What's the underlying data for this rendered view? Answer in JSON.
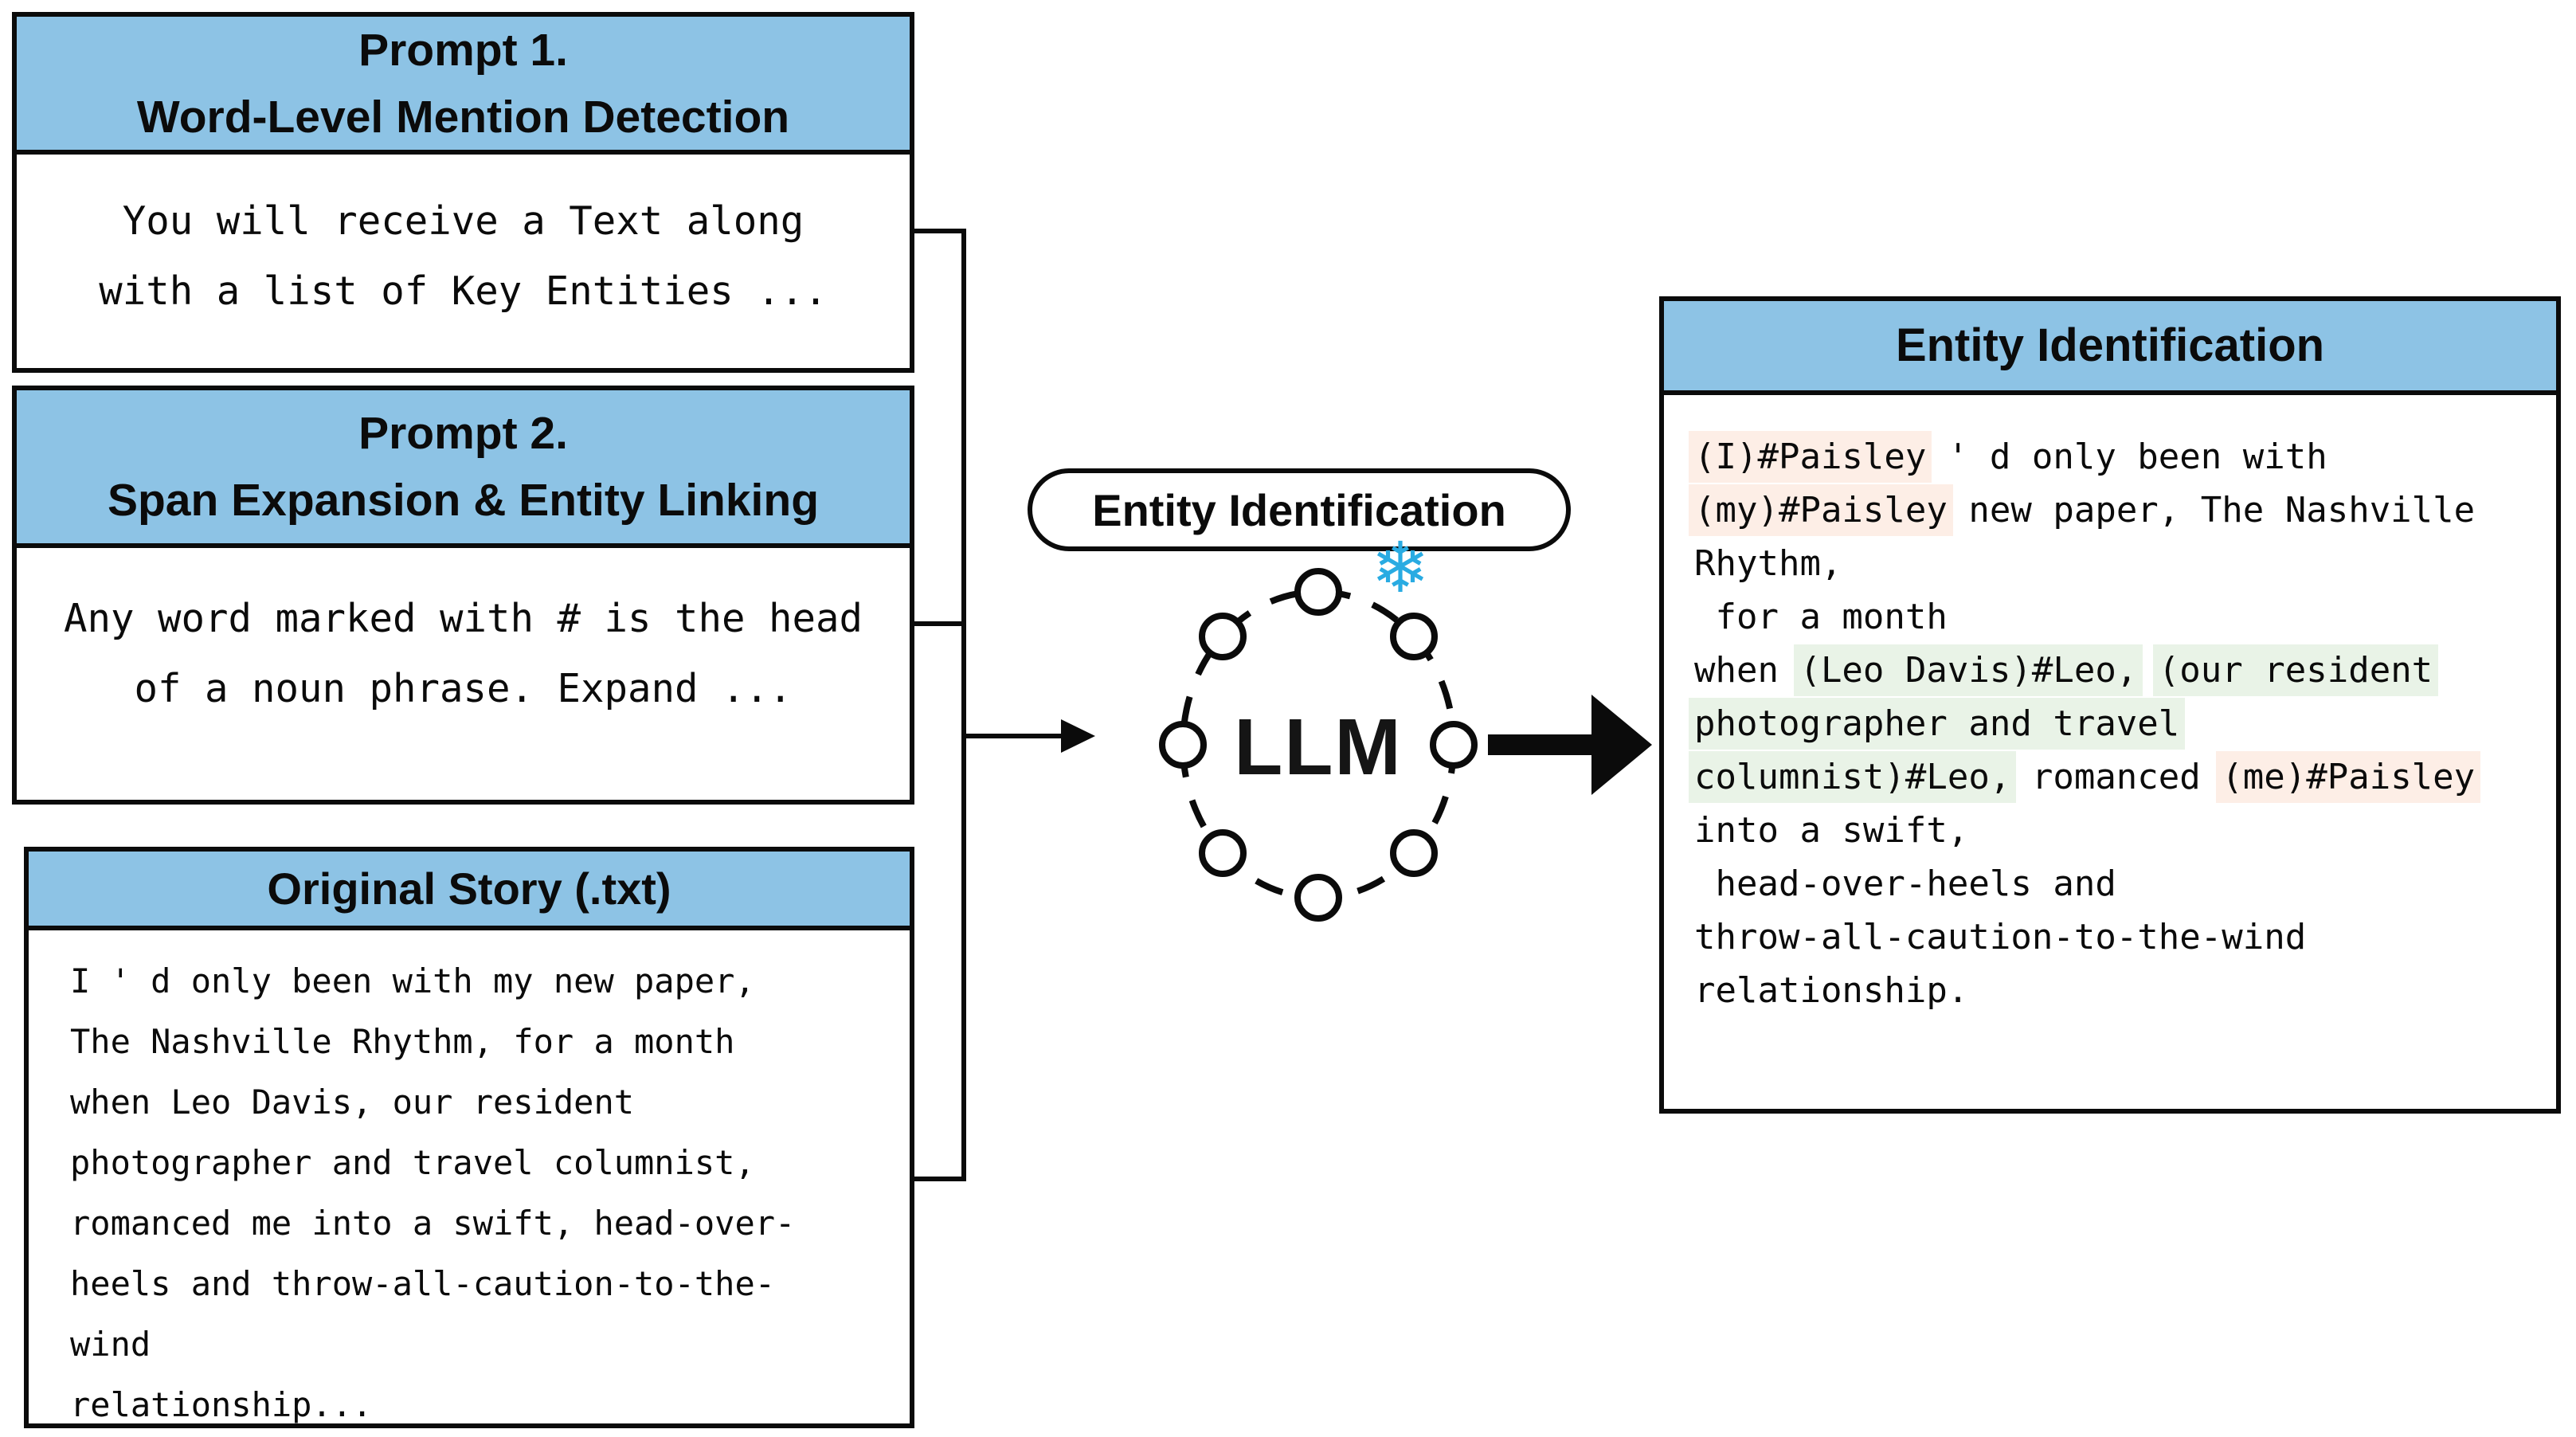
{
  "figure": {
    "left_boxes": [
      {
        "id": "box1",
        "title_lines": [
          "Prompt 1.",
          "Word-Level Mention Detection"
        ],
        "body_lines": [
          "You will receive a Text along",
          "with a list of Key Entities ..."
        ]
      },
      {
        "id": "box2",
        "title_lines": [
          "Prompt 2.",
          "Span Expansion & Entity Linking"
        ],
        "body_lines": [
          "Any word marked with # is the head",
          "of a noun phrase. Expand ..."
        ]
      },
      {
        "id": "box3",
        "title_lines": [
          "Original Story (.txt)"
        ],
        "body_lines": [
          "I ' d only been with my new paper,",
          "The Nashville Rhythm, for a month",
          "when Leo Davis, our resident",
          "photographer and travel columnist,",
          "romanced me into a swift, head-over-",
          "heels and throw-all-caution-to-the-",
          "wind",
          "relationship..."
        ]
      }
    ],
    "center": {
      "pill_label": "Entity Identification",
      "llm_label": "LLM",
      "snowflake_glyph": "❄"
    },
    "output_box": {
      "title": "Entity Identification",
      "lines": [
        [
          {
            "t": "(I)#Paisley",
            "h": "p"
          },
          {
            "t": " ' d only been with",
            "h": null
          }
        ],
        [
          {
            "t": "(my)#Paisley",
            "h": "p"
          },
          {
            "t": " new paper, The Nashville",
            "h": null
          }
        ],
        [
          {
            "t": "Rhythm,",
            "h": null
          }
        ],
        [
          {
            "t": " for a month",
            "h": null
          }
        ],
        [
          {
            "t": "when ",
            "h": null
          },
          {
            "t": "(Leo Davis)#Leo,",
            "h": "g"
          },
          {
            "t": " ",
            "h": null
          },
          {
            "t": "(our resident",
            "h": "g"
          }
        ],
        [
          {
            "t": "photographer and travel",
            "h": "g"
          }
        ],
        [
          {
            "t": "columnist)#Leo,",
            "h": "g"
          },
          {
            "t": " romanced ",
            "h": null
          },
          {
            "t": "(me)#Paisley",
            "h": "p"
          }
        ],
        [
          {
            "t": "into a swift,",
            "h": null
          }
        ],
        [
          {
            "t": " head-over-heels and",
            "h": null
          }
        ],
        [
          {
            "t": "throw-all-caution-to-the-wind",
            "h": null
          }
        ],
        [
          {
            "t": "relationship.",
            "h": null
          }
        ]
      ]
    },
    "colors": {
      "header_blue": "#8dc3e5",
      "highlight_pink": "#fdeee6",
      "highlight_green": "#e9f3e7",
      "snowflake_blue": "#29abe2",
      "line_black": "#0b0b0b"
    }
  }
}
